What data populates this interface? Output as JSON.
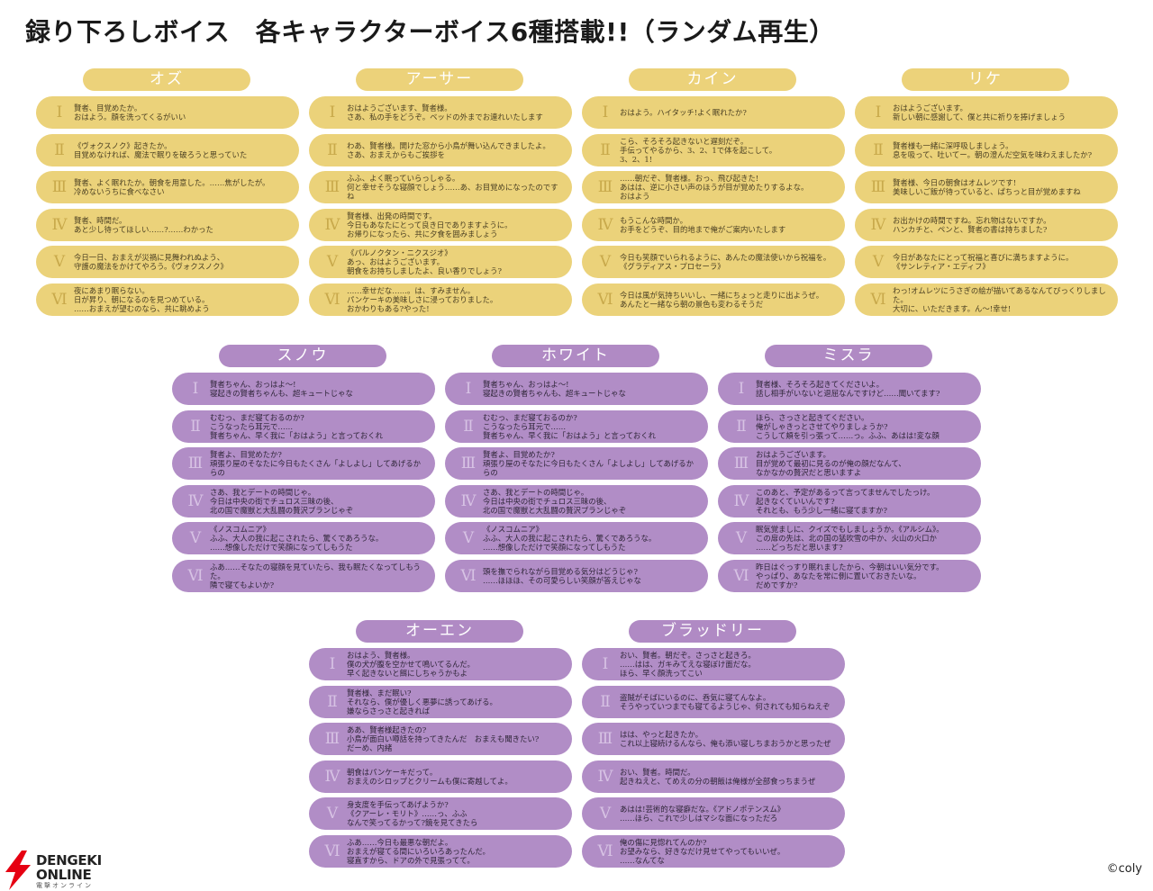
{
  "title": "録り下ろしボイス　各キャラクターボイス6種搭載!!（ランダム再生）",
  "copyright": "©coly",
  "logo": {
    "line1": "DENGEKI",
    "line2": "ONLINE",
    "line3": "電撃オンライン"
  },
  "colors": {
    "yellow": "#ebd27a",
    "purple": "#b18dc6",
    "logo_red": "#e60012"
  },
  "characters": [
    {
      "name": "オズ",
      "lines": [
        {
          "num": "Ⅰ",
          "text": "賢者、目覚めたか。\nおはよう。顔を洗ってくるがいい"
        },
        {
          "num": "Ⅱ",
          "text": "《ヴォクスノク》起きたか。\n目覚めなければ、魔法で眠りを破ろうと思っていた"
        },
        {
          "num": "Ⅲ",
          "text": "賢者、よく眠れたか。朝食を用意した。……焦がしたが。\n冷めないうちに食べなさい"
        },
        {
          "num": "Ⅳ",
          "text": "賢者、時間だ。\nあと少し待ってほしい……?……わかった"
        },
        {
          "num": "Ⅴ",
          "text": "今日一日、おまえが災禍に見舞われぬよう、\n守護の魔法をかけてやろう。《ヴォクスノク》"
        },
        {
          "num": "Ⅵ",
          "text": "夜にあまり眠らない。\n日が昇り、朝になるのを見つめている。\n……おまえが望むのなら、共に眺めよう"
        }
      ]
    },
    {
      "name": "アーサー",
      "lines": [
        {
          "num": "Ⅰ",
          "text": "おはようございます、賢者様。\nさあ、私の手をどうぞ。ベッドの外までお連れいたします"
        },
        {
          "num": "Ⅱ",
          "text": "わあ、賢者様。開けた窓から小鳥が舞い込んできましたよ。\nさあ、おまえからもご挨拶を"
        },
        {
          "num": "Ⅲ",
          "text": "ふふ、よく眠っていらっしゃる。\n何と幸せそうな寝顔でしょう……あ、お目覚めになったのですね"
        },
        {
          "num": "Ⅳ",
          "text": "賢者様、出発の時間です。\n今日もあなたにとって良き日でありますように。\nお帰りになったら、共に夕食を囲みましょう"
        },
        {
          "num": "Ⅴ",
          "text": "《パルノクタン・ニクスジオ》\nあっ、おはようございます。\n朝食をお持ちしましたよ、良い香りでしょう?"
        },
        {
          "num": "Ⅵ",
          "text": "……幸せだな……。は、すみません。\nパンケーキの美味しさに浸っておりました。\nおかわりもある?やった!"
        }
      ]
    },
    {
      "name": "カイン",
      "lines": [
        {
          "num": "Ⅰ",
          "text": "おはよう。ハイタッチ!よく眠れたか?"
        },
        {
          "num": "Ⅱ",
          "text": "こら、そろそろ起きないと遅刻だぞ。\n手伝ってやるから、3、2、1で体を起こして。\n3、2、1!"
        },
        {
          "num": "Ⅲ",
          "text": "……朝だぞ、賢者様。おっ、飛び起きた!\nあはは、逆に小さい声のほうが目が覚めたりするよな。\nおはよう"
        },
        {
          "num": "Ⅳ",
          "text": "もうこんな時間か。\nお手をどうぞ、目的地まで俺がご案内いたします"
        },
        {
          "num": "Ⅴ",
          "text": "今日も笑顔でいられるように、あんたの魔法使いから祝福を。\n《グラディアス・プロセーラ》"
        },
        {
          "num": "Ⅵ",
          "text": "今日は風が気持ちいいし、一緒にちょっと走りに出ようぜ。\nあんたと一緒なら朝の景色も変わるそうだ"
        }
      ]
    },
    {
      "name": "リケ",
      "lines": [
        {
          "num": "Ⅰ",
          "text": "おはようございます。\n新しい朝に感謝して、僕と共に祈りを捧げましょう"
        },
        {
          "num": "Ⅱ",
          "text": "賢者様も一緒に深呼吸しましょう。\n息を吸って、吐いてー。朝の澄んだ空気を味わえましたか?"
        },
        {
          "num": "Ⅲ",
          "text": "賢者様、今日の朝食はオムレツです!\n美味しいご飯が待っていると、ぱちっと目が覚めますね"
        },
        {
          "num": "Ⅳ",
          "text": "お出かけの時間ですね。忘れ物はないですか。\nハンカチと、ペンと、賢者の書は持ちました?"
        },
        {
          "num": "Ⅴ",
          "text": "今日があなたにとって祝福と喜びに満ちますように。\n《サンレティア・エディフ》"
        },
        {
          "num": "Ⅵ",
          "text": "わっ!オムレツにうさぎの絵が描いてあるなんてびっくりしました。\n大切に、いただきます。ん～!幸せ!"
        }
      ]
    },
    {
      "name": "スノウ",
      "lines": [
        {
          "num": "Ⅰ",
          "text": "賢者ちゃん、おっはよ～!\n寝起きの賢者ちゃんも、超キュートじゃな"
        },
        {
          "num": "Ⅱ",
          "text": "むむっ、まだ寝ておるのか?\nこうなったら耳元で……\n賢者ちゃん、早く我に「おはよう」と言っておくれ"
        },
        {
          "num": "Ⅲ",
          "text": "賢者よ、目覚めたか?\n頑張り屋のそなたに今日もたくさん「よしよし」してあげるからの"
        },
        {
          "num": "Ⅳ",
          "text": "さあ、我とデートの時間じゃ。\n今日は中央の街でチュロス三昧の後、\n北の国で魔獣と大乱闘の贅沢プランじゃぞ"
        },
        {
          "num": "Ⅴ",
          "text": "《ノスコムニア》\nふふ、大人の我に起こされたら、驚くであろうな。\n……想像しただけで笑顔になってしもうた"
        },
        {
          "num": "Ⅵ",
          "text": "ふあ……そなたの寝顔を見ていたら、我も眠たくなってしもうた。\n隣で寝てもよいか?"
        }
      ]
    },
    {
      "name": "ホワイト",
      "lines": [
        {
          "num": "Ⅰ",
          "text": "賢者ちゃん、おっはよ～!\n寝起きの賢者ちゃんも、超キュートじゃな"
        },
        {
          "num": "Ⅱ",
          "text": "むむっ、まだ寝ておるのか?\nこうなったら耳元で……\n賢者ちゃん、早く我に「おはよう」と言っておくれ"
        },
        {
          "num": "Ⅲ",
          "text": "賢者よ、目覚めたか?\n頑張り屋のそなたに今日もたくさん「よしよし」してあげるからの"
        },
        {
          "num": "Ⅳ",
          "text": "さあ、我とデートの時間じゃ。\n今日は中央の街でチュロス三昧の後、\n北の国で魔獣と大乱闘の贅沢プランじゃぞ"
        },
        {
          "num": "Ⅴ",
          "text": "《ノスコムニア》\nふふ、大人の我に起こされたら、驚くであろうな。\n……想像しただけで笑顔になってしもうた"
        },
        {
          "num": "Ⅵ",
          "text": "頭を撫でられながら目覚める気分はどうじゃ?\n……ほほほ、その可愛らしい笑顔が答えじゃな"
        }
      ]
    },
    {
      "name": "ミスラ",
      "lines": [
        {
          "num": "Ⅰ",
          "text": "賢者様、そろそろ起きてくださいよ。\n話し相手がいないと退屈なんですけど……聞いてます?"
        },
        {
          "num": "Ⅱ",
          "text": "ほら、さっさと起きてください。\n俺がしゃきっとさせてやりましょうか?\nこうして頬を引っ張って……っ。ふふ、あはは!変な顔"
        },
        {
          "num": "Ⅲ",
          "text": "おはようございます。\n目が覚めて最初に見るのが俺の顔だなんて、\nなかなかの贅沢だと思いますよ"
        },
        {
          "num": "Ⅳ",
          "text": "このあと、予定があるって言ってませんでしたっけ。\n起きなくていいんです?\nそれとも、もう少し一緒に寝てますか?"
        },
        {
          "num": "Ⅴ",
          "text": "眠気覚ましに、クイズでもしましょうか。《アルシム》。\nこの扉の先は、北の国の猛吹雪の中か、火山の火口か\n……どっちだと思います?"
        },
        {
          "num": "Ⅵ",
          "text": "昨日はぐっすり眠れましたから、今朝はいい気分です。\nやっぱり、あなたを常に側に置いておきたいな。\nだめですか?"
        }
      ]
    },
    {
      "name": "オーエン",
      "lines": [
        {
          "num": "Ⅰ",
          "text": "おはよう、賢者様。\n僕の犬が腹を空かせて鳴いてるんだ。\n早く起きないと餌にしちゃうかもよ"
        },
        {
          "num": "Ⅱ",
          "text": "賢者様、まだ眠い?\nそれなら、僕が優しく悪夢に誘ってあげる。\n嫌ならさっさと起きれば"
        },
        {
          "num": "Ⅲ",
          "text": "ああ、賢者様起きたの?\n小鳥が面白い噂話を持ってきたんだ　おまえも聞きたい?\nだーめ、内緒"
        },
        {
          "num": "Ⅳ",
          "text": "朝食はパンケーキだって。\nおまえのシロップとクリームも僕に寄越してよ。"
        },
        {
          "num": "Ⅴ",
          "text": "身支度を手伝ってあげようか?\n《クアーレ・モリト》……っ、ふふ\nなんで笑ってるかって?鏡を見てきたら"
        },
        {
          "num": "Ⅵ",
          "text": "ふあ……今日も最悪な朝だよ。\nおまえが寝てる間にいろいろあったんだ。\n寝直すから、ドアの外で見張ってて。"
        }
      ]
    },
    {
      "name": "ブラッドリー",
      "lines": [
        {
          "num": "Ⅰ",
          "text": "おい、賢者。朝だぞ。さっさと起きろ。\n……はは、ガキみてえな寝ぼけ面だな。\nほら、早く顔洗ってこい"
        },
        {
          "num": "Ⅱ",
          "text": "盗賊がそばにいるのに、呑気に寝てんなよ。\nそうやっていつまでも寝てるようじゃ、何されても知らねえぞ"
        },
        {
          "num": "Ⅲ",
          "text": "はは、やっと起きたか。\nこれ以上寝続けるんなら、俺も添い寝しちまおうかと思ったぜ"
        },
        {
          "num": "Ⅳ",
          "text": "おい、賢者。時間だ。\n起きねえと、てめえの分の朝飯は俺様が全部食っちまうぜ"
        },
        {
          "num": "Ⅴ",
          "text": "あはは!芸術的な寝癖だな。《アドノポテンスム》\n……ほら、これで少しはマシな面になっただろ"
        },
        {
          "num": "Ⅵ",
          "text": "俺の傷に見惚れてんのか?\nお望みなら、好きなだけ見せてやってもいいぜ。\n……なんてな"
        }
      ]
    }
  ]
}
